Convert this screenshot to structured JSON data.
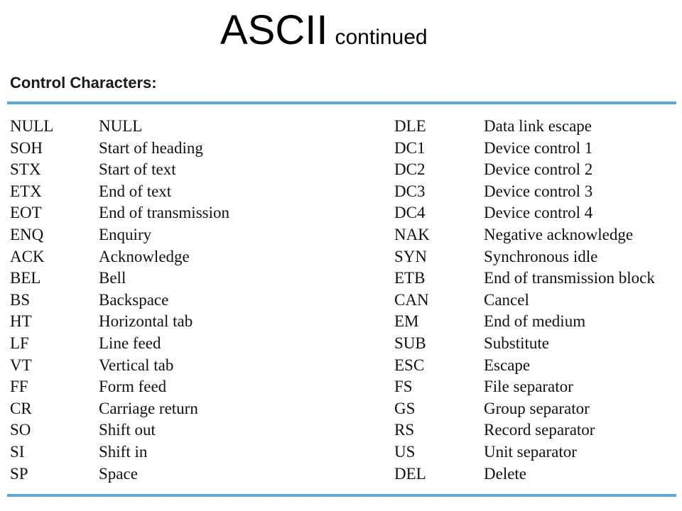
{
  "title": {
    "main": "ASCII",
    "sub": "continued"
  },
  "heading": "Control Characters:",
  "accent_color": "#5aa9dc",
  "rows": [
    {
      "code1": "NULL",
      "desc1": "NULL",
      "code2": "DLE",
      "desc2": "Data link escape"
    },
    {
      "code1": "SOH",
      "desc1": "Start of heading",
      "code2": "DC1",
      "desc2": "Device control 1"
    },
    {
      "code1": "STX",
      "desc1": "Start of text",
      "code2": "DC2",
      "desc2": "Device control 2"
    },
    {
      "code1": "ETX",
      "desc1": "End of text",
      "code2": "DC3",
      "desc2": "Device control 3"
    },
    {
      "code1": "EOT",
      "desc1": "End of transmission",
      "code2": "DC4",
      "desc2": "Device control 4"
    },
    {
      "code1": "ENQ",
      "desc1": "Enquiry",
      "code2": "NAK",
      "desc2": "Negative acknowledge"
    },
    {
      "code1": "ACK",
      "desc1": "Acknowledge",
      "code2": "SYN",
      "desc2": "Synchronous idle"
    },
    {
      "code1": "BEL",
      "desc1": "Bell",
      "code2": "ETB",
      "desc2": "End of transmission block"
    },
    {
      "code1": "BS",
      "desc1": "Backspace",
      "code2": "CAN",
      "desc2": "Cancel"
    },
    {
      "code1": "HT",
      "desc1": "Horizontal tab",
      "code2": "EM",
      "desc2": "End of medium"
    },
    {
      "code1": "LF",
      "desc1": "Line feed",
      "code2": "SUB",
      "desc2": "Substitute"
    },
    {
      "code1": "VT",
      "desc1": "Vertical tab",
      "code2": "ESC",
      "desc2": "Escape"
    },
    {
      "code1": "FF",
      "desc1": "Form feed",
      "code2": "FS",
      "desc2": "File separator"
    },
    {
      "code1": "CR",
      "desc1": "Carriage return",
      "code2": "GS",
      "desc2": "Group separator"
    },
    {
      "code1": "SO",
      "desc1": "Shift out",
      "code2": "RS",
      "desc2": "Record separator"
    },
    {
      "code1": "SI",
      "desc1": "Shift in",
      "code2": "US",
      "desc2": "Unit separator"
    },
    {
      "code1": "SP",
      "desc1": "Space",
      "code2": "DEL",
      "desc2": "Delete"
    }
  ]
}
